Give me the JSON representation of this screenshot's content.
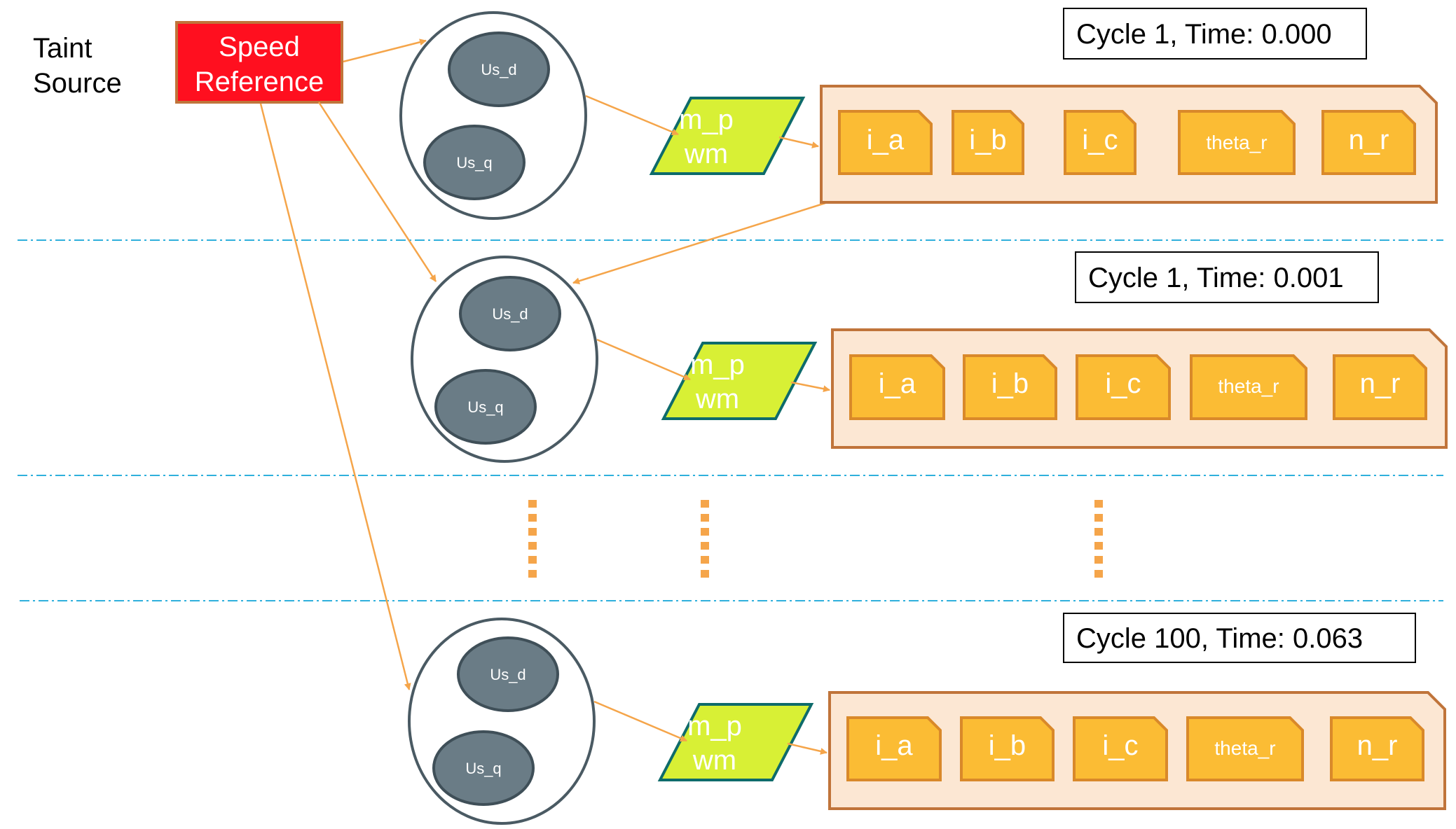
{
  "source_label": {
    "line1": "Taint",
    "line2": "Source"
  },
  "source_box": {
    "line1": "Speed",
    "line2": "Reference"
  },
  "cycles": [
    {
      "label": "Cycle 1, Time: 0.000",
      "inputs": [
        "Us_d",
        "Us_q"
      ],
      "param": {
        "line1": "m_p",
        "line2": "wm"
      },
      "outputs": [
        "i_a",
        "i_b",
        "i_c",
        "theta_r",
        "n_r"
      ]
    },
    {
      "label": "Cycle 1, Time: 0.001",
      "inputs": [
        "Us_d",
        "Us_q"
      ],
      "param": {
        "line1": "m_p",
        "line2": "wm"
      },
      "outputs": [
        "i_a",
        "i_b",
        "i_c",
        "theta_r",
        "n_r"
      ]
    },
    {
      "label": "Cycle 100, Time: 0.063",
      "inputs": [
        "Us_d",
        "Us_q"
      ],
      "param": {
        "line1": "m_p",
        "line2": "wm"
      },
      "outputs": [
        "i_a",
        "i_b",
        "i_c",
        "theta_r",
        "n_r"
      ]
    }
  ],
  "colors": {
    "source_fill": "#ff0f1f",
    "source_stroke": "#c0743a",
    "arrow": "#f5a54a",
    "ellipse_stroke": "#4a5a63",
    "inner_fill": "#6a7c86",
    "inner_stroke": "#3f4f58",
    "param_fill": "#d8f035",
    "param_stroke": "#0e6b6b",
    "output_fill": "#fbbc34",
    "output_stroke": "#d9892a",
    "container_fill": "#fce7d3",
    "container_stroke": "#c0743a",
    "divider": "#2fb0dc",
    "ellipsis": "#f5a54a"
  }
}
